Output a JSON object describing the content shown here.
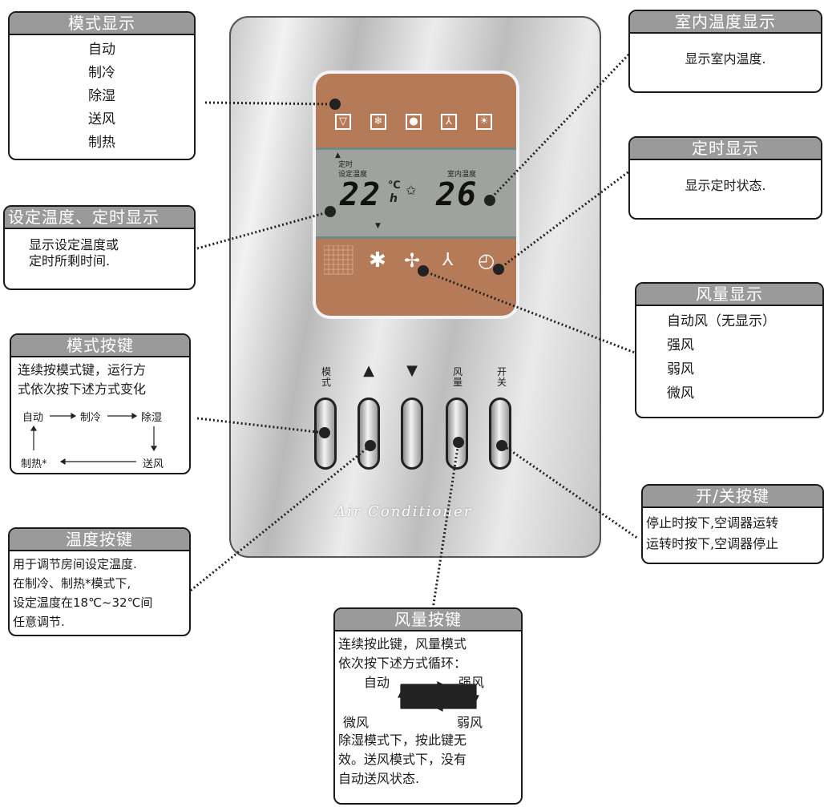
{
  "mode_display": {
    "title": "模式显示",
    "items": [
      "自动",
      "制冷",
      "除湿",
      "送风",
      "制热"
    ]
  },
  "indoor_temp_display": {
    "title": "室内温度显示",
    "desc": "显示室内温度."
  },
  "timer_display": {
    "title": "定时显示",
    "desc": "显示定时状态."
  },
  "set_temp_display": {
    "title": "设定温度、定时显示",
    "line1": "显示设定温度或",
    "line2": "定时所剩时间."
  },
  "fan_display": {
    "title": "风量显示",
    "items": [
      "自动风（无显示）",
      "强风",
      "弱风",
      "微风"
    ]
  },
  "mode_key": {
    "title": "模式按键",
    "line1": "连续按模式键，运行方",
    "line2": "式依次按下述方式变化",
    "flow": {
      "auto": "自动",
      "cool": "制冷",
      "dehumid": "除湿",
      "heat": "制热*",
      "fan": "送风"
    }
  },
  "onoff_key": {
    "title": "开/关按键",
    "line1": "停止时按下,空调器运转",
    "line2": "运转时按下,空调器停止"
  },
  "temp_key": {
    "title": "温度按键",
    "line1": "用于调节房间设定温度.",
    "line2": "在制冷、制热*模式下,",
    "line3": "设定温度在18℃~32℃间",
    "line4": "任意调节."
  },
  "fan_key": {
    "title": "风量按键",
    "line1": "连续按此键，风量模式",
    "line2": "依次按下述方式循环：",
    "cycle": {
      "auto": "自动",
      "strong": "强风",
      "micro": "微风",
      "weak": "弱风"
    },
    "line3": "除湿模式下，按此键无",
    "line4": "效。送风模式下，没有",
    "line5": "自动送风状态."
  },
  "device": {
    "lcd": {
      "timer_label": "定时",
      "set_temp_label": "设定温度",
      "room_temp_label": "室内温度",
      "set_temp_value": "22",
      "unit": "℃",
      "hour_unit": "h",
      "room_temp_value": "26"
    },
    "buttons": {
      "mode": "模\n式",
      "up": "▲",
      "down": "▼",
      "fan": "风\n量",
      "power": "开\n关"
    },
    "brand": "Air Conditioner"
  },
  "colors": {
    "lcd_brown": "#b57a57",
    "lcd_gray": "#9fa39d",
    "header_gray": "#9a9a9a"
  }
}
